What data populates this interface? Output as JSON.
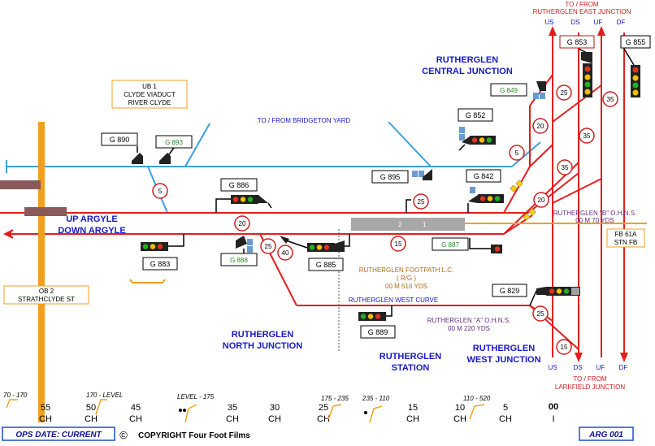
{
  "titles": {
    "to_from_east_line1": "TO / FROM",
    "to_from_east_line2": "RUTHERGLEN EAST JUNCTION",
    "central_line1": "RUTHERGLEN",
    "central_line2": "CENTRAL JUNCTION",
    "north_line1": "RUTHERGLEN",
    "north_line2": "NORTH JUNCTION",
    "station_line1": "RUTHERGLEN",
    "station_line2": "STATION",
    "west_line1": "RUTHERGLEN",
    "west_line2": "WEST JUNCTION",
    "larkfield_line1": "TO / FROM",
    "larkfield_line2": "LARKFIELD JUNCTION",
    "bridgeton": "TO / FROM  BRIDGETON YARD",
    "up_argyle": "UP ARGYLE",
    "down_argyle": "DOWN ARGYLE",
    "west_curve": "RUTHERGLEN WEST CURVE"
  },
  "track_labels": {
    "top": [
      "US",
      "DS",
      "UF",
      "DF"
    ],
    "bottom": [
      "US",
      "DS",
      "UF",
      "DF"
    ]
  },
  "structures": {
    "ub1_line1": "UB 1",
    "ub1_line2": "CLYDE VIADUCT",
    "ub1_line3": "RIVER CLYDE",
    "ob2_line1": "OB 2",
    "ob2_line2": "STRATHCLYDE ST",
    "fb_line1": "FB 61A",
    "fb_line2": "STN FB"
  },
  "notes": {
    "ohns_b_line1": "RUTHERGLEN \"B\"  O.H.N.S.",
    "ohns_b_line2": "00 M 70 YDS",
    "footpath_line1": "RUTHERGLEN  FOOTPATH L.C.",
    "footpath_line2": "( R/G )",
    "footpath_line3": "00 M 510 YDS",
    "ohns_a_line1": "RUTHERGLEN  \"A\"  O.H.N.S.",
    "ohns_a_line2": "00 M 220 YDS"
  },
  "platform_numbers": [
    "2",
    "1"
  ],
  "signals": {
    "g853": "G 853",
    "g855": "G 855",
    "g849": "G 849",
    "g852": "G 852",
    "g842": "G 842",
    "g895": "G 895",
    "g890": "G 890",
    "g893": "G 893",
    "g886": "G 886",
    "g883": "G 883",
    "g888": "G 888",
    "g885": "G 885",
    "g887": "G 887",
    "g829": "G 829",
    "g889": "G 889"
  },
  "speeds": {
    "s25_a": "25",
    "s35_a": "35",
    "s20_a": "20",
    "s5_a": "5",
    "s35_b": "35",
    "s35_c": "35",
    "s20_b": "20",
    "s5_b": "5",
    "s25_b": "25",
    "s20_c": "20",
    "s25_c": "25",
    "s40": "40",
    "s15_a": "15",
    "s25_d": "25",
    "s15_b": "15"
  },
  "legend": [
    {
      "range": "70 - 170",
      "big": "",
      "ch": ""
    },
    {
      "range": "",
      "big": "55",
      "ch": "CH"
    },
    {
      "range": "170 - LEVEL",
      "big": "50",
      "ch": "CH"
    },
    {
      "range": "",
      "big": "45",
      "ch": "CH"
    },
    {
      "range": "LEVEL - 175",
      "big": "",
      "ch": ""
    },
    {
      "range": "",
      "big": "35",
      "ch": "CH"
    },
    {
      "range": "",
      "big": "30",
      "ch": "CH"
    },
    {
      "range": "175 - 235",
      "big": "25",
      "ch": "CH"
    },
    {
      "range": "235 - 110",
      "big": "",
      "ch": ""
    },
    {
      "range": "",
      "big": "15",
      "ch": "CH"
    },
    {
      "range": "110 - 520",
      "big": "10",
      "ch": "CH"
    },
    {
      "range": "",
      "big": "5",
      "ch": "CH"
    },
    {
      "range": "",
      "big": "00",
      "ch": "I"
    }
  ],
  "footer": {
    "ops_date": "OPS DATE: CURRENT",
    "copyright_symbol": "©",
    "copyright": "COPYRIGHT Four Foot Films",
    "ref": "ARG 001"
  }
}
